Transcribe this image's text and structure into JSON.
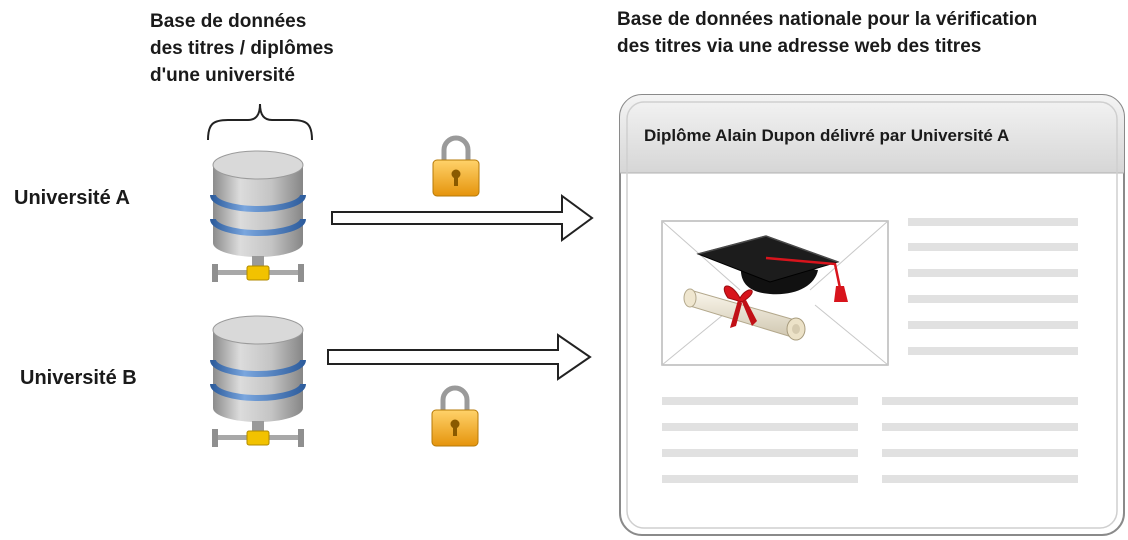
{
  "labels": {
    "db_title_line1": "Base de données",
    "db_title_line2": "des titres / diplômes",
    "db_title_line3": "d'une université",
    "university_a": "Université A",
    "university_b": "Université B",
    "national_title_line1": "Base de données nationale pour la vérification",
    "national_title_line2": "des titres via une adresse web des titres"
  },
  "window": {
    "header": "Diplôme Alain Dupon délivré par Université A"
  },
  "colors": {
    "db_band": "#5b86c4",
    "db_body": "#b9b9b9",
    "connector": "#f2c200",
    "lock": "#f0a818",
    "window_header": "#e2e2e2",
    "placeholder_line": "#e1e1e1",
    "cap_tassel": "#d8141c"
  },
  "icons": {
    "database": "database-icon",
    "lock": "lock-icon",
    "arrow": "arrow-right-icon",
    "diploma": "graduation-cap-diploma-icon"
  }
}
